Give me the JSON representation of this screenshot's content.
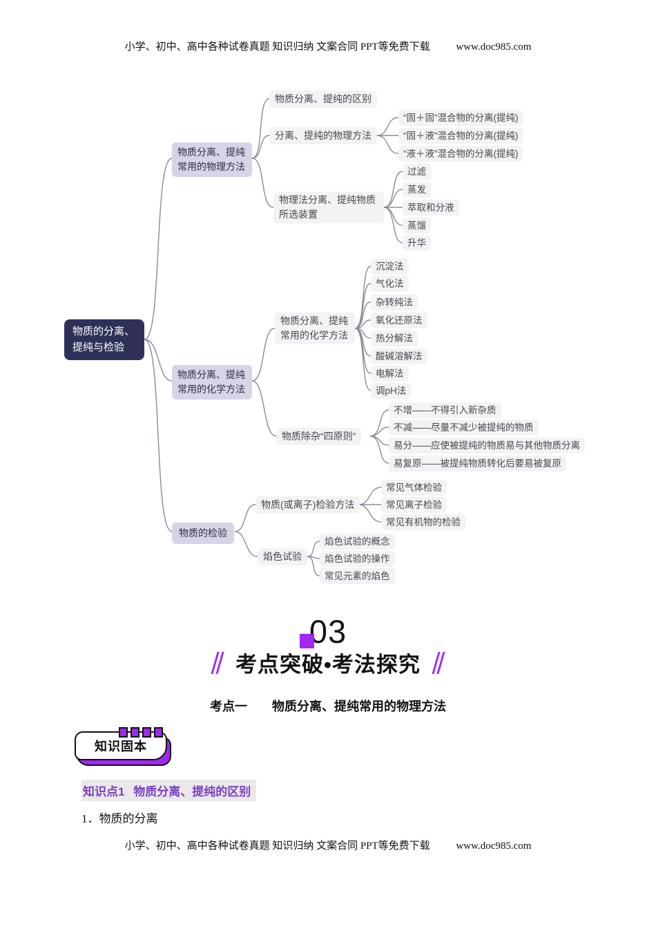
{
  "header": {
    "text": "小学、初中、高中各种试卷真题  知识归纳  文案合同  PPT等免费下载",
    "url": "www.doc985.com"
  },
  "footer": {
    "text": "小学、初中、高中各种试卷真题  知识归纳  文案合同  PPT等免费下载",
    "url": "www.doc985.com"
  },
  "colors": {
    "accent_purple": "#A028F0",
    "root_bg": "#2D3158",
    "branch_bg": "#D6D4E6",
    "leaf_bg": "#F3F3F5",
    "connector": "#8A8A98",
    "knowledge_point_text": "#7B3FC0"
  },
  "mindmap": {
    "root": "物质的分离、提纯与检验",
    "physical": {
      "label": "物质分离、提纯常用的物理方法",
      "diff": "物质分离、提纯的区别",
      "methods": {
        "label": "分离、提纯的物理方法",
        "items": [
          "“固＋固”混合物的分离(提纯)",
          "“固＋液”混合物的分离(提纯)",
          "“液＋液”混合物的分离(提纯)"
        ]
      },
      "devices": {
        "label": "物理法分离、提纯物质所选装置",
        "items": [
          "过滤",
          "蒸发",
          "萃取和分液",
          "蒸馏",
          "升华"
        ]
      }
    },
    "chemical": {
      "label": "物质分离、提纯常用的化学方法",
      "methods": {
        "label": "物质分离、提纯常用的化学方法",
        "items": [
          "沉淀法",
          "气化法",
          "杂转纯法",
          "氧化还原法",
          "热分解法",
          "酸碱溶解法",
          "电解法",
          "调pH法"
        ]
      },
      "principles": {
        "label": "物质除杂“四原则”",
        "items": [
          "不增——不得引入新杂质",
          "不减——尽量不减少被提纯的物质",
          "易分——应使被提纯的物质易与其他物质分离",
          "易复原——被提纯物质转化后要易被复原"
        ]
      }
    },
    "testing": {
      "label": "物质的检验",
      "ion": {
        "label": "物质(或离子)检验方法",
        "items": [
          "常见气体检验",
          "常见离子检验",
          "常见有机物的检验"
        ]
      },
      "flame": {
        "label": "焰色试验",
        "items": [
          "焰色试验的概念",
          "焰色试验的操作",
          "常见元素的焰色"
        ]
      }
    }
  },
  "section": {
    "number": "03",
    "title": "考点突破•考法探究",
    "kaodian_label": "考点一",
    "kaodian_title": "物质分离、提纯常用的物理方法",
    "badge": "知识固本",
    "kp_label": "知识点1",
    "kp_title": "物质分离、提纯的区别",
    "list_item": "1．物质的分离"
  }
}
